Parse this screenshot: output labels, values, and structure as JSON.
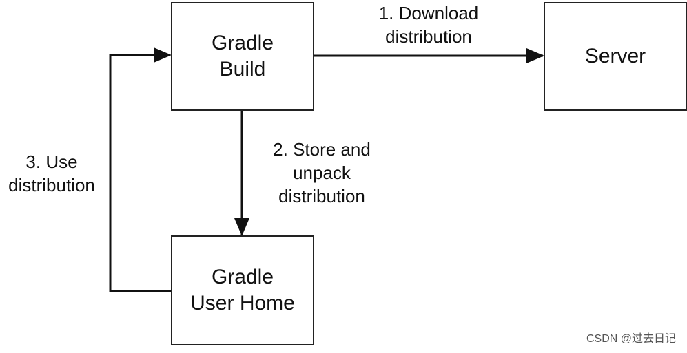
{
  "nodes": {
    "gradle_build": {
      "line1": "Gradle",
      "line2": "Build"
    },
    "server": {
      "label": "Server"
    },
    "gradle_user_home": {
      "line1": "Gradle",
      "line2": "User Home"
    }
  },
  "edges": {
    "download": {
      "line1": "1. Download",
      "line2": "distribution"
    },
    "store": {
      "line1": "2. Store and",
      "line2": "unpack",
      "line3": "distribution"
    },
    "use": {
      "line1": "3. Use",
      "line2": "distribution"
    }
  },
  "watermark": "CSDN @过去日记",
  "colors": {
    "stroke": "#222222",
    "text": "#111111",
    "background": "#ffffff"
  }
}
